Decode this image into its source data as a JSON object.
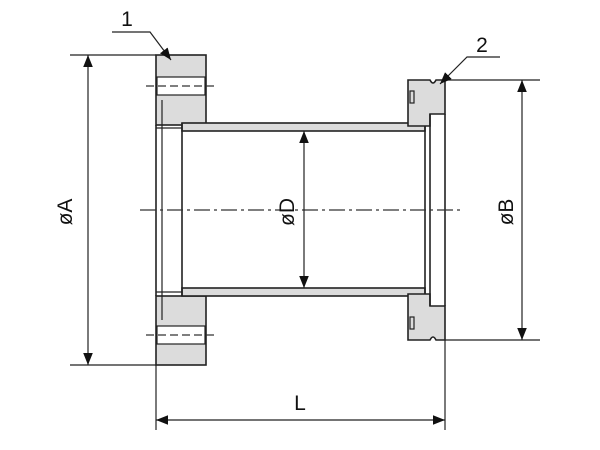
{
  "labels": {
    "callout_1": "1",
    "callout_2": "2",
    "dim_A": "øA",
    "dim_B": "øB",
    "dim_D": "øD",
    "dim_L": "L"
  }
}
